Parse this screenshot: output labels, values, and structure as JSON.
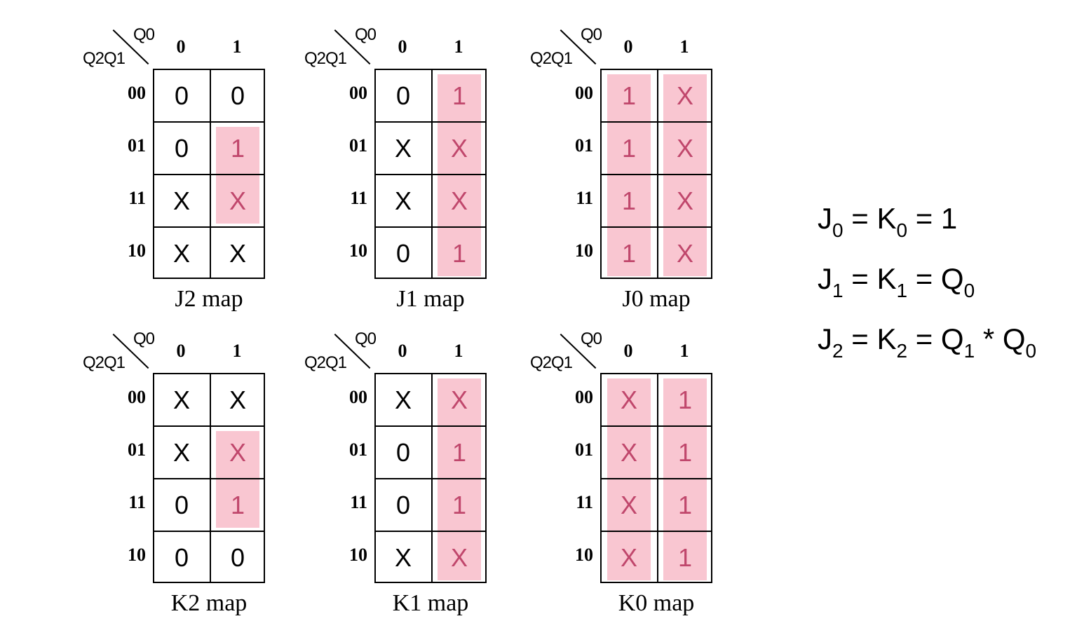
{
  "col_var": "Q0",
  "row_var": "Q2Q1",
  "col_headers": [
    "0",
    "1"
  ],
  "row_headers": [
    "00",
    "01",
    "11",
    "10"
  ],
  "maps": [
    {
      "caption": "J2 map",
      "cells": [
        [
          "0",
          "0"
        ],
        [
          "0",
          "1"
        ],
        [
          "X",
          "X"
        ],
        [
          "X",
          "X"
        ]
      ],
      "groups": [
        {
          "col": 1,
          "rows": [
            1,
            2
          ]
        }
      ]
    },
    {
      "caption": "J1 map",
      "cells": [
        [
          "0",
          "1"
        ],
        [
          "X",
          "X"
        ],
        [
          "X",
          "X"
        ],
        [
          "0",
          "1"
        ]
      ],
      "groups": [
        {
          "col": 1,
          "rows": [
            0,
            1,
            2,
            3
          ]
        }
      ]
    },
    {
      "caption": "J0 map",
      "cells": [
        [
          "1",
          "X"
        ],
        [
          "1",
          "X"
        ],
        [
          "1",
          "X"
        ],
        [
          "1",
          "X"
        ]
      ],
      "groups": [
        {
          "col": 0,
          "rows": [
            0,
            1,
            2,
            3
          ]
        },
        {
          "col": 1,
          "rows": [
            0,
            1,
            2,
            3
          ]
        }
      ]
    },
    {
      "caption": "K2 map",
      "cells": [
        [
          "X",
          "X"
        ],
        [
          "X",
          "X"
        ],
        [
          "0",
          "1"
        ],
        [
          "0",
          "0"
        ]
      ],
      "groups": [
        {
          "col": 1,
          "rows": [
            1,
            2
          ]
        }
      ]
    },
    {
      "caption": "K1 map",
      "cells": [
        [
          "X",
          "X"
        ],
        [
          "0",
          "1"
        ],
        [
          "0",
          "1"
        ],
        [
          "X",
          "X"
        ]
      ],
      "groups": [
        {
          "col": 1,
          "rows": [
            0,
            1,
            2,
            3
          ]
        }
      ]
    },
    {
      "caption": "K0 map",
      "cells": [
        [
          "X",
          "1"
        ],
        [
          "X",
          "1"
        ],
        [
          "X",
          "1"
        ],
        [
          "X",
          "1"
        ]
      ],
      "groups": [
        {
          "col": 0,
          "rows": [
            0,
            1,
            2,
            3
          ]
        },
        {
          "col": 1,
          "rows": [
            0,
            1,
            2,
            3
          ]
        }
      ]
    }
  ],
  "equations": [
    [
      [
        "J",
        "0"
      ],
      [
        " = K",
        "0"
      ],
      [
        " = 1",
        ""
      ]
    ],
    [
      [
        "J",
        "1"
      ],
      [
        " = K",
        "1"
      ],
      [
        " = Q",
        "0"
      ]
    ],
    [
      [
        "J",
        "2"
      ],
      [
        " = K",
        "2"
      ],
      [
        " = Q",
        "1"
      ],
      [
        " * Q",
        "0"
      ]
    ]
  ],
  "colors": {
    "highlight": "#f9c6d1",
    "highlight_text": "#c0476c"
  }
}
